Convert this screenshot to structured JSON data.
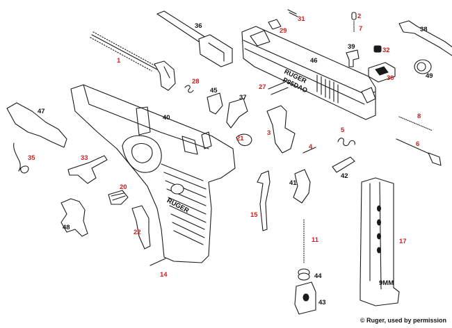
{
  "credit": "© Ruger, used by permission",
  "colors": {
    "red_label": "#cc1f1f",
    "black_label": "#111111",
    "line": "#1a1a1a"
  },
  "labels": [
    {
      "id": "1",
      "text": "1",
      "color": "red"
    },
    {
      "id": "2",
      "text": "2",
      "color": "red"
    },
    {
      "id": "3",
      "text": "3",
      "color": "red"
    },
    {
      "id": "4",
      "text": "4",
      "color": "red"
    },
    {
      "id": "5",
      "text": "5",
      "color": "red"
    },
    {
      "id": "6",
      "text": "6",
      "color": "red"
    },
    {
      "id": "7",
      "text": "7",
      "color": "red"
    },
    {
      "id": "8",
      "text": "8",
      "color": "red"
    },
    {
      "id": "11",
      "text": "11",
      "color": "red"
    },
    {
      "id": "14",
      "text": "14",
      "color": "red"
    },
    {
      "id": "15",
      "text": "15",
      "color": "red"
    },
    {
      "id": "17",
      "text": "17",
      "color": "red"
    },
    {
      "id": "20",
      "text": "20",
      "color": "red"
    },
    {
      "id": "21",
      "text": "21",
      "color": "red"
    },
    {
      "id": "22",
      "text": "22",
      "color": "red"
    },
    {
      "id": "27",
      "text": "27",
      "color": "red"
    },
    {
      "id": "28",
      "text": "28",
      "color": "red"
    },
    {
      "id": "29",
      "text": "29",
      "color": "red"
    },
    {
      "id": "30",
      "text": "30",
      "color": "red"
    },
    {
      "id": "31",
      "text": "31",
      "color": "red"
    },
    {
      "id": "32",
      "text": "32",
      "color": "red"
    },
    {
      "id": "33",
      "text": "33",
      "color": "red"
    },
    {
      "id": "35",
      "text": "35",
      "color": "red"
    },
    {
      "id": "36",
      "text": "36",
      "color": "black"
    },
    {
      "id": "37",
      "text": "37",
      "color": "black"
    },
    {
      "id": "38",
      "text": "38",
      "color": "black"
    },
    {
      "id": "39",
      "text": "39",
      "color": "black"
    },
    {
      "id": "40",
      "text": "40",
      "color": "black"
    },
    {
      "id": "41",
      "text": "41",
      "color": "black"
    },
    {
      "id": "42",
      "text": "42",
      "color": "black"
    },
    {
      "id": "43",
      "text": "43",
      "color": "black"
    },
    {
      "id": "44",
      "text": "44",
      "color": "black"
    },
    {
      "id": "45",
      "text": "45",
      "color": "black"
    },
    {
      "id": "46",
      "text": "46",
      "color": "black"
    },
    {
      "id": "47",
      "text": "47",
      "color": "black"
    },
    {
      "id": "48",
      "text": "48",
      "color": "black"
    },
    {
      "id": "49",
      "text": "49",
      "color": "black"
    }
  ],
  "engravings": {
    "slide_brand": "RUGER",
    "slide_model": "P95DAO",
    "frame_brand": "RUGER",
    "magazine_caliber": "9MM"
  }
}
